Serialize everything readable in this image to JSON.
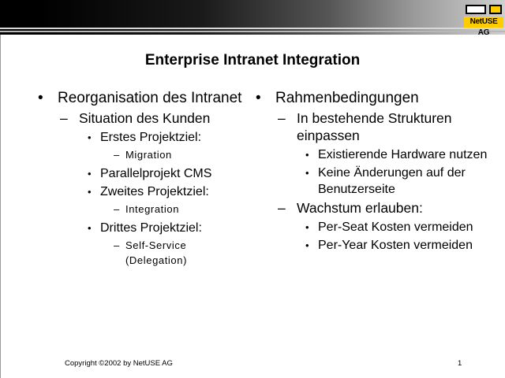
{
  "header": {
    "logo_text": "NetUSE AG",
    "colors": {
      "logo_yellow": "#ffcc00",
      "bar_dark": "#000000",
      "bar_light": "#d0d0d0"
    }
  },
  "slide": {
    "title": "Enterprise Intranet Integration",
    "left_column": {
      "h1": "Reorganisation des Intranet",
      "sub": "Situation des Kunden",
      "goal1": "Erstes Projektziel:",
      "goal1_detail": "Migration",
      "parallel": "Parallelprojekt CMS",
      "goal2": "Zweites Projektziel:",
      "goal2_detail": "Integration",
      "goal3": "Drittes Projektziel:",
      "goal3_detail": "Self-Service (Delegation)"
    },
    "right_column": {
      "h1": "Rahmenbedingungen",
      "sub1": "In bestehende Strukturen einpassen",
      "sub1_a": "Existierende Hardware nutzen",
      "sub1_b": "Keine Änderungen auf der Benutzerseite",
      "sub2": "Wachstum erlauben:",
      "sub2_a": "Per-Seat Kosten vermeiden",
      "sub2_b": "Per-Year Kosten vermeiden"
    },
    "markers": {
      "bullet": "•",
      "dash": "–"
    }
  },
  "footer": {
    "copyright": "Copyright ©2002 by NetUSE AG",
    "page_number": "1"
  }
}
